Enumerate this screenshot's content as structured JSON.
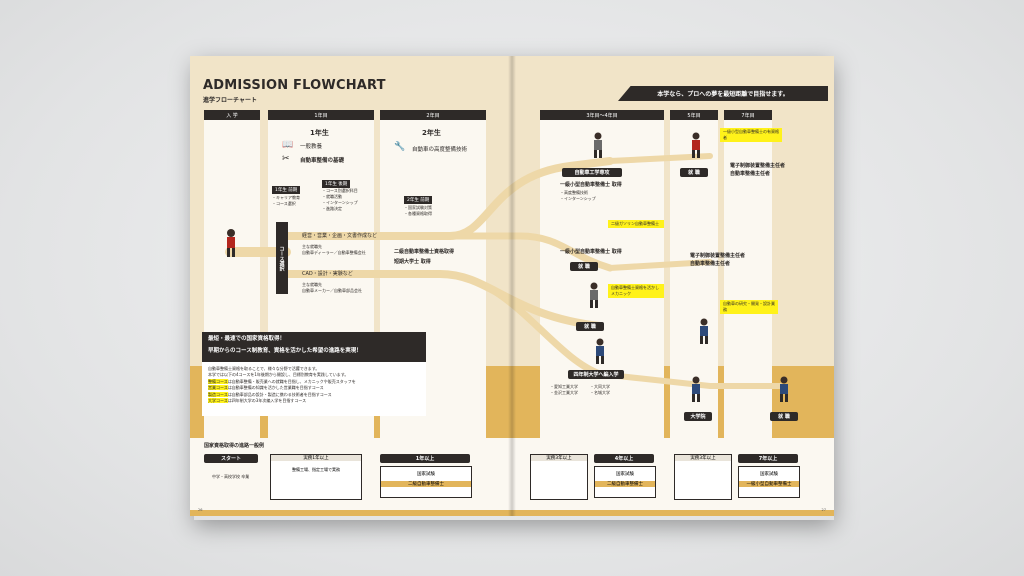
{
  "title": "ADMISSION FLOWCHART",
  "subtitle": "進学フローチャート",
  "slogan": "本学なら、プロへの夢を最短距離で目指せます。",
  "columns": {
    "c0": "入 学",
    "c1": "1年目",
    "c2": "2年目",
    "c3": "3年目～4年目",
    "c5": "5年目",
    "c7": "7年目"
  },
  "year1": {
    "heading": "1年生",
    "item1": "一般教養",
    "item2": "自動車整備の基礎",
    "tag1": "1年生 前期",
    "list1a": "・キャリア教育",
    "list1b": "・コース選択",
    "tag2": "1年生 後期",
    "list2a": "・コース別選択科目",
    "list2b": "・就職活動",
    "list2c": "・インターンシップ",
    "list2d": "・進路決定",
    "course_select": "コース選択"
  },
  "year2": {
    "heading": "2年生",
    "item1": "自動車の高度整備技術",
    "tag": "2年生 前期",
    "list1": "・国家試験対策",
    "list2": "・各種資格取得"
  },
  "routes": {
    "r1": "経営・営業・企画・文書作成など",
    "r2": "CAD・設計・実験など",
    "qual1": "二級自動車整備士資格取得",
    "qual2": "短期大学士 取得",
    "work1_title": "主な就職先",
    "work1_text": "自動車ディーラー／自動車整備会社",
    "work2_title": "主な就職先",
    "work2_text": "自動車メーカー／自動車部品会社"
  },
  "upper": {
    "school": "自動車工学専攻",
    "license": "一級小型自動車整備士 取得",
    "it1": "・高度整備技術",
    "it2": "・インターンシップ",
    "job": "就 職",
    "job2": "就 職",
    "lic2": "一級小型自動車整備士 取得",
    "lic3a": "電子制御装置整備主任者",
    "lic3b": "自動車整備主任者",
    "lic4a": "電子制御装置整備主任者",
    "lic4b": "自動車整備主任者"
  },
  "yellow_notes": {
    "n1": "一級小型自動車整備士の有資格者",
    "n2": "二級ガソリン自動車整備士",
    "n3": "自動車整備士資格を活かしメカニック",
    "n4": "自動車の研究・開発・設計業務"
  },
  "lower": {
    "job3": "就 職",
    "univ": "四年制大学へ編入学",
    "grad": "大学院",
    "job4": "就 職",
    "u1": "・愛知工業大学",
    "u2": "・金沢工業大学",
    "u3": "・大同大学",
    "u4": "・名城大学"
  },
  "message": {
    "h1": "最短・最速での国家資格取得！",
    "h2": "早期からのコース制教育、資格を活かした希望の進路を実現！",
    "b1": "自動車整備士資格を取ることで、様々な分野で活躍できます。",
    "b2": "本学では以下の4コースを1年後期から開設し、目標別教育を実践しています。",
    "c1": "整備コース",
    "c1t": "は自動車整備・販売業への就職を目指し、メカニックや販売スタッフを",
    "c2": "営業コース",
    "c2t": "は自動車整備の知識を活かした営業職を目指すコース",
    "c3": "製造コース",
    "c3t": "は自動車部品の設計・製造に携わる技術者を目指すコース",
    "c4": "大学コース",
    "c4t": "は四年制大学の3年次編入学を目指すコース"
  },
  "path": {
    "title": "国家資格取得の進路一般例",
    "start": "スタート",
    "s1": "中学・高校学校 卒業",
    "exp1": "実務1年以上",
    "exp1t": "整備工場、指定工場で実務",
    "y1": "1年以上",
    "exam1": "国家試験",
    "lic1": "二級自動車整備士",
    "exp3": "実務3年以上",
    "y4": "4年以上",
    "exam2": "国家試験",
    "lic2": "二級自動車整備士",
    "exp3b": "実務3年以上",
    "y7": "7年以上",
    "exam3": "国家試験",
    "lic3": "一級小型自動車整備士"
  },
  "footer": {
    "left": "26",
    "right": "27"
  }
}
